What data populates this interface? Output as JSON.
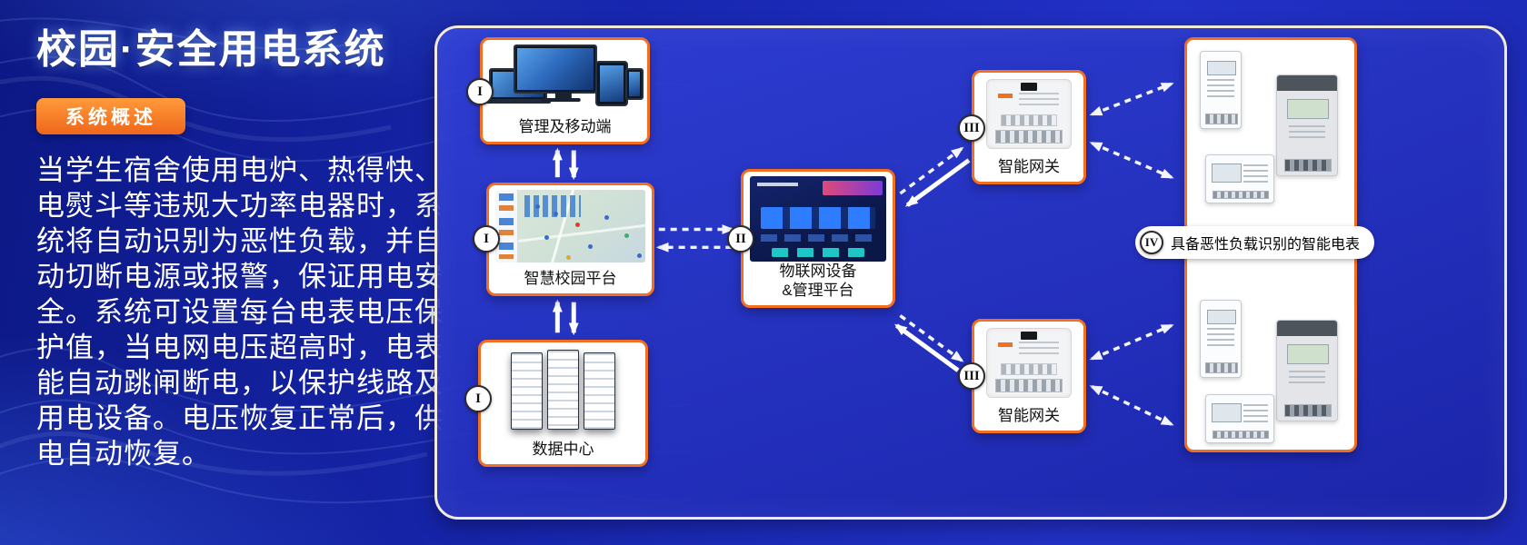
{
  "header": {
    "title": "校园·安全用电系统",
    "badge": "系统概述"
  },
  "overview": {
    "paragraph": "当学生宿舍使用电炉、热得快、电熨斗等违规大功率电器时，系统将自动识别为恶性负载，并自动切断电源或报警，保证用电安全。系统可设置每台电表电压保护值，当电网电压超高时，电表能自动跳闸断电，以保护线路及用电设备。电压恢复正常后，供电自动恢复。"
  },
  "diagram": {
    "management": {
      "numeral": "I",
      "label": "管理及移动端"
    },
    "campus_platform": {
      "numeral": "I",
      "label": "智慧校园平台"
    },
    "data_center": {
      "numeral": "I",
      "label": "数据中心"
    },
    "iot_platform": {
      "numeral": "II",
      "label_line1": "物联网设备",
      "label_line2": "&管理平台"
    },
    "gateway_top": {
      "numeral": "III",
      "label": "智能网关"
    },
    "gateway_bottom": {
      "numeral": "III",
      "label": "智能网关"
    },
    "smart_meters": {
      "numeral": "IV",
      "label": "具备恶性负载识别的智能电表"
    }
  },
  "colors": {
    "accent_orange": "#f26f21",
    "background_blue": "#1b2ab5",
    "panel_border": "#f2ead9",
    "card_background": "#ffffff"
  }
}
